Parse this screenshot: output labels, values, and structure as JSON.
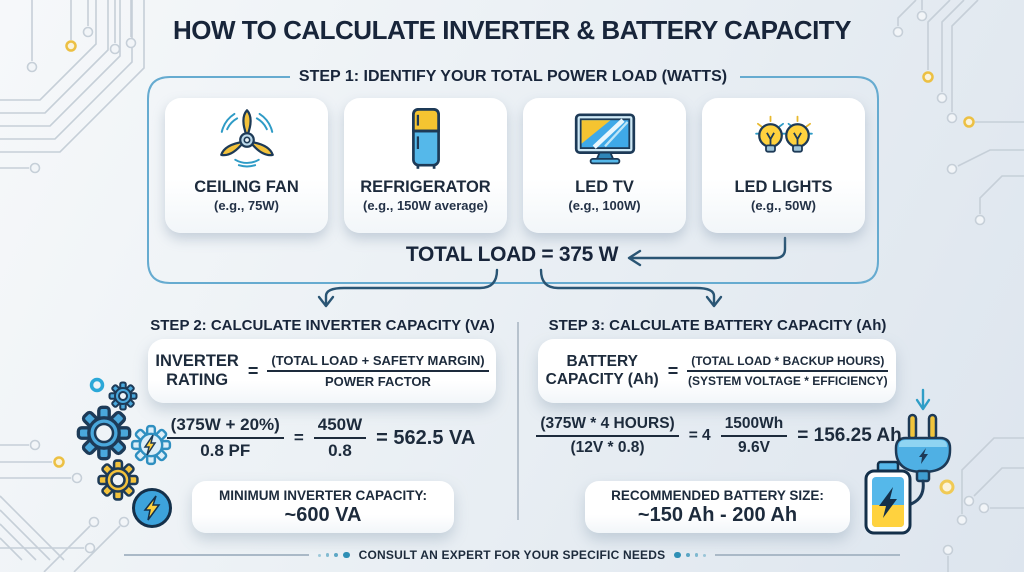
{
  "title": "HOW TO CALCULATE INVERTER & BATTERY CAPACITY",
  "step1": {
    "header": "STEP 1: IDENTIFY YOUR TOTAL POWER LOAD (WATTS)",
    "appliances": [
      {
        "icon": "ceiling-fan-icon",
        "name": "CEILING FAN",
        "example": "(e.g., 75W)"
      },
      {
        "icon": "refrigerator-icon",
        "name": "REFRIGERATOR",
        "example": "(e.g., 150W average)"
      },
      {
        "icon": "led-tv-icon",
        "name": "LED TV",
        "example": "(e.g., 100W)"
      },
      {
        "icon": "led-lights-icon",
        "name": "LED LIGHTS",
        "example": "(e.g., 50W)"
      }
    ],
    "total_label": "TOTAL LOAD = 375 W"
  },
  "step2": {
    "header": "STEP 2: CALCULATE INVERTER CAPACITY (VA)",
    "formula": {
      "label_line1": "INVERTER",
      "label_line2": "RATING",
      "equals": "=",
      "numerator": "(TOTAL LOAD + SAFETY MARGIN)",
      "denominator": "POWER FACTOR"
    },
    "calc": {
      "frac1_num": "(375W + 20%)",
      "frac1_den": "0.8 PF",
      "eq1": "=",
      "frac2_num": "450W",
      "frac2_den": "0.8",
      "result": "= 562.5 VA"
    },
    "result": {
      "line1": "MINIMUM INVERTER CAPACITY:",
      "line2": "~600 VA"
    }
  },
  "step3": {
    "header": "STEP 3: CALCULATE BATTERY CAPACITY (Ah)",
    "formula": {
      "label_line1": "BATTERY",
      "label_line2": "CAPACITY (Ah)",
      "equals": "=",
      "numerator": "(TOTAL LOAD * BACKUP HOURS)",
      "denominator": "(SYSTEM VOLTAGE * EFFICIENCY)"
    },
    "calc": {
      "frac1_num": "(375W * 4 HOURS)",
      "frac1_den": "(12V * 0.8)",
      "eq1": "= 4",
      "frac2_num": "1500Wh",
      "frac2_den": "9.6V",
      "result": "= 156.25 Ah"
    },
    "result": {
      "line1": "RECOMMENDED BATTERY SIZE:",
      "line2": "~150 Ah - 200 Ah"
    }
  },
  "footer": {
    "text": "CONSULT AN EXPERT FOR YOUR SPECIFIC NEEDS"
  },
  "decor_icons": [
    "gear-icon",
    "lightning-bolt-icon",
    "power-plug-icon",
    "battery-icon",
    "circuit-trace"
  ],
  "colors": {
    "navy_text": "#1d2b3c",
    "arrow_blue": "#2a5574",
    "panel_border_blue": "#66abd0",
    "accent_teal": "#2e9bc6",
    "icon_yellow": "#f3c23b",
    "icon_blue": "#4aa8dc",
    "footer_dot_teal": "#2e8fb5"
  }
}
